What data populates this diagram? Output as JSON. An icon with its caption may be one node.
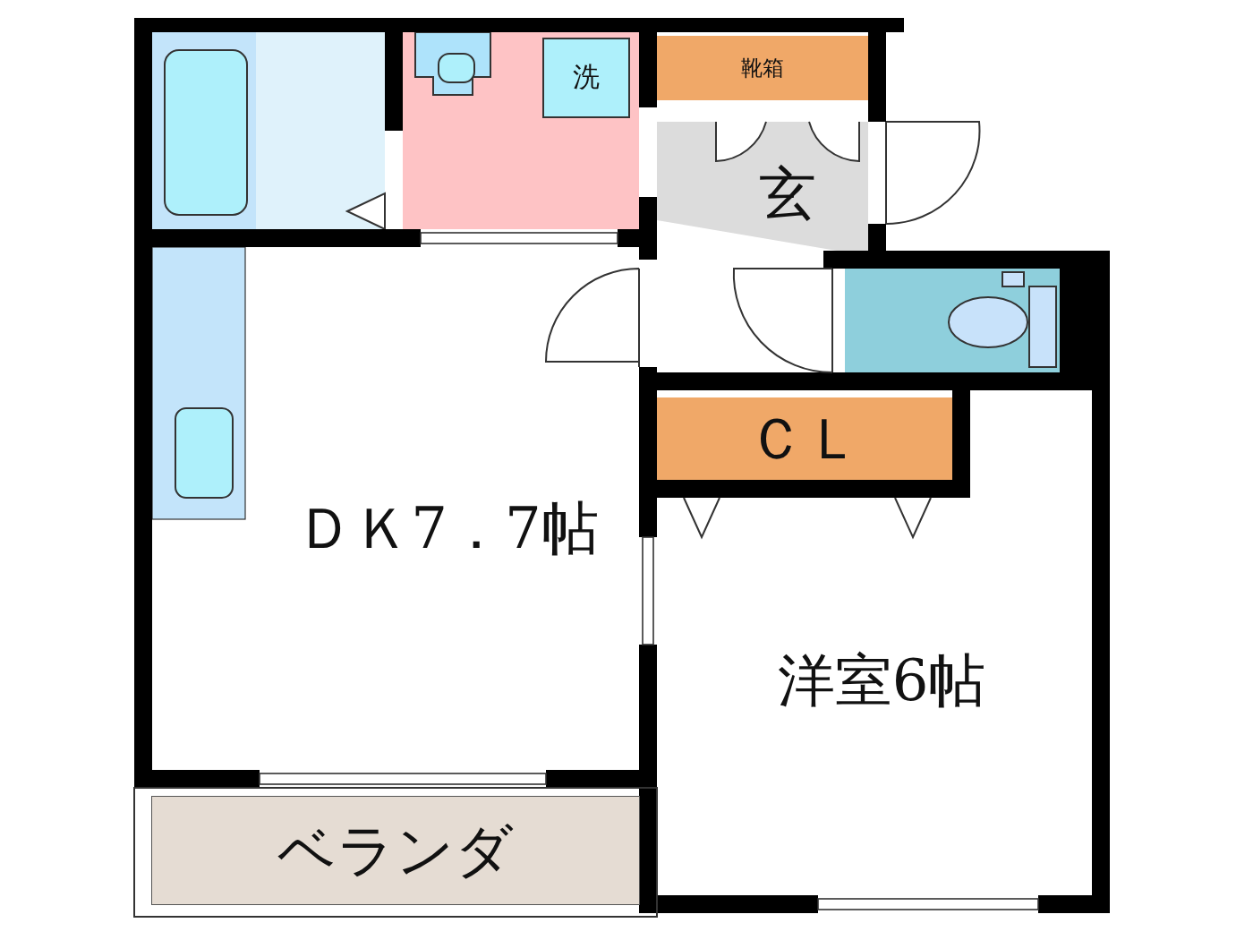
{
  "diagram": {
    "nodes": [
      {
        "text": [
          "洗"
        ]
      },
      {
        "text": [
          "靴箱"
        ]
      },
      {
        "text": [
          "玄"
        ]
      },
      {
        "text": [
          "ＣＬ"
        ]
      },
      {
        "text": [
          "ＤＫ7．7帖"
        ]
      },
      {
        "text": [
          "洋室6帖"
        ]
      },
      {
        "text": [
          "ベランダ"
        ]
      }
    ]
  }
}
